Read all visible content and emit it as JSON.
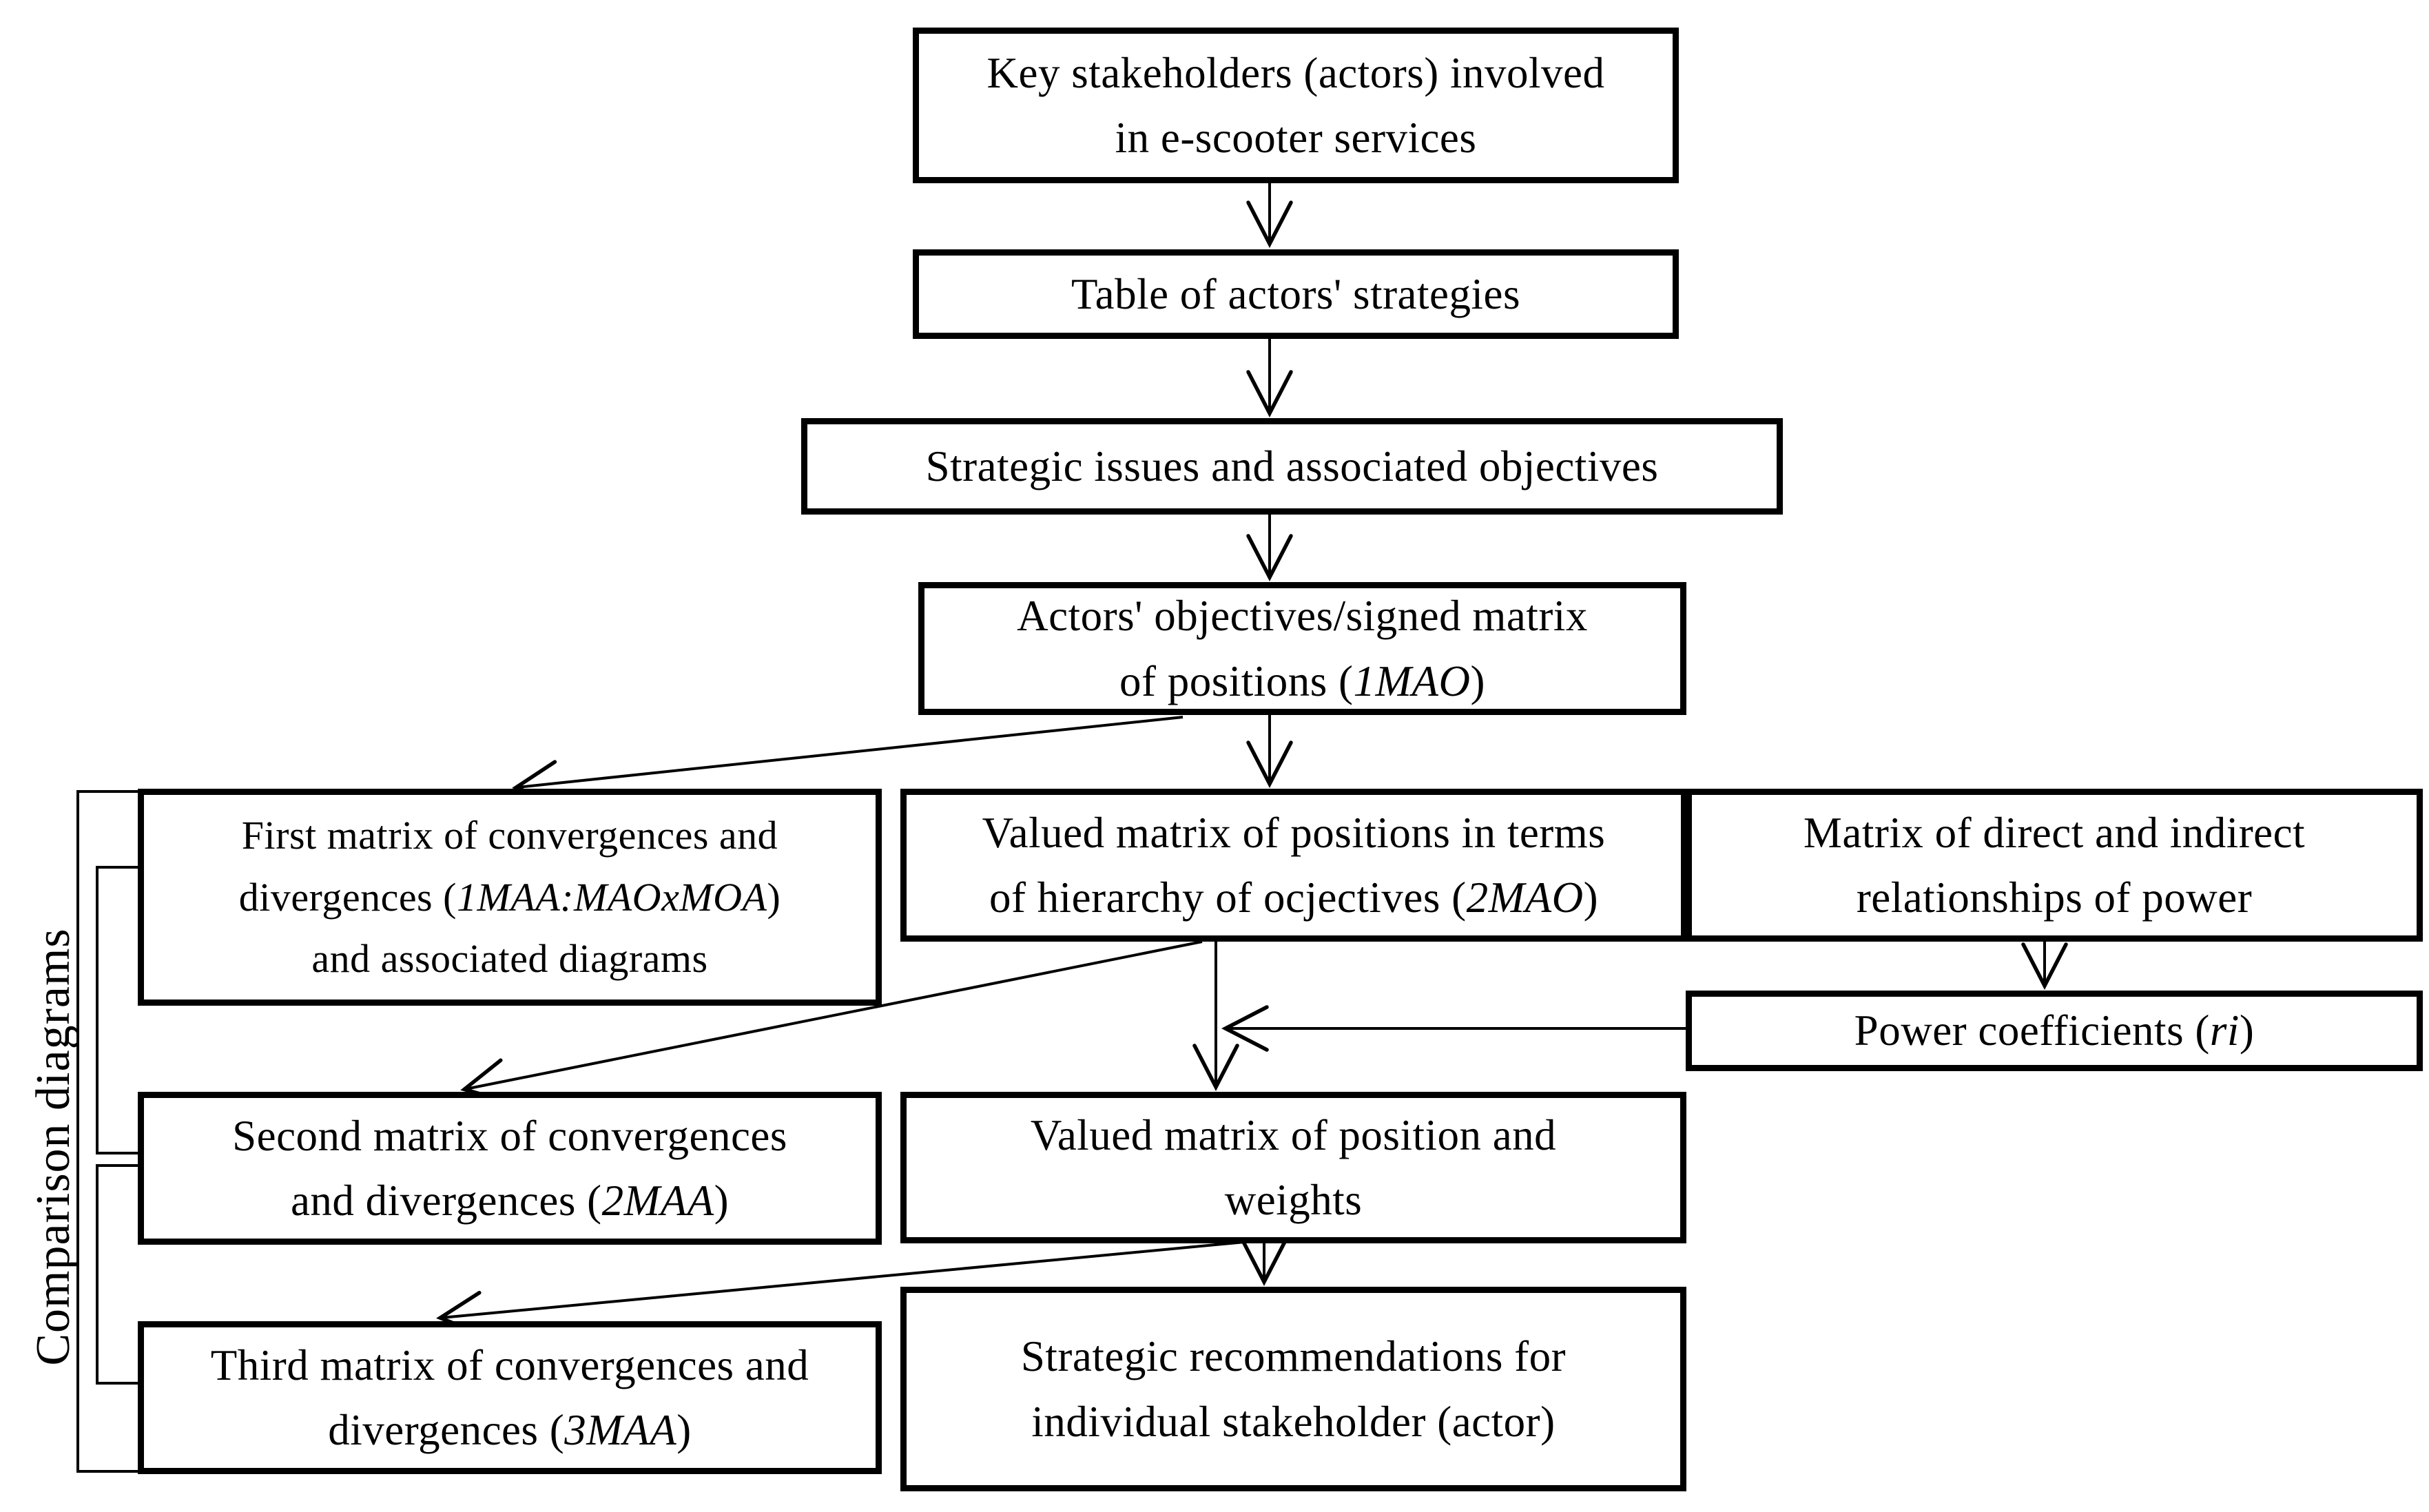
{
  "diagram": {
    "side_label": "Comparison diagrams",
    "boxes": {
      "key_stakeholders": {
        "line1": "Key stakeholders (actors) involved",
        "line2": "in e-scooter services"
      },
      "table_strategies": {
        "line1": "Table of actors' strategies"
      },
      "strategic_issues": {
        "line1": "Strategic issues and associated objectives"
      },
      "actors_objectives": {
        "line1": "Actors' objectives/signed matrix",
        "line2_pre": "of positions (",
        "line2_em": "1MAO",
        "line2_post": ")"
      },
      "first_matrix": {
        "line1": "First matrix of convergences and",
        "line2_pre": "divergences (",
        "line2_em": "1MAA:MAOxMOA",
        "line2_post": ")",
        "line3": "and associated diagrams"
      },
      "valued_2mao": {
        "line1": "Valued matrix of positions in terms",
        "line2_pre": "of hierarchy of ocjectives (",
        "line2_em": "2MAO",
        "line2_post": ")"
      },
      "power_matrix": {
        "line1": "Matrix of direct and indirect",
        "line2": "relationships of power"
      },
      "power_coefficients": {
        "line1_pre": "Power coefficients (",
        "line1_em": "ri",
        "line1_post": ")"
      },
      "second_matrix": {
        "line1": "Second matrix of convergences",
        "line2_pre": "and divergences (",
        "line2_em": "2MAA",
        "line2_post": ")"
      },
      "valued_weights": {
        "line1": "Valued matrix of position and",
        "line2": "weights"
      },
      "third_matrix": {
        "line1": "Third matrix of convergences and",
        "line2_pre": "divergences (",
        "line2_em": "3MAA",
        "line2_post": ")"
      },
      "recommendations": {
        "line1": "Strategic recommendations for",
        "line2": "individual stakeholder (actor)"
      }
    },
    "connections": [
      {
        "from": "key_stakeholders",
        "to": "table_strategies",
        "type": "arrow"
      },
      {
        "from": "table_strategies",
        "to": "strategic_issues",
        "type": "arrow"
      },
      {
        "from": "strategic_issues",
        "to": "actors_objectives",
        "type": "arrow"
      },
      {
        "from": "actors_objectives",
        "to": "valued_2mao",
        "type": "arrow"
      },
      {
        "from": "actors_objectives",
        "to": "first_matrix",
        "type": "arrow"
      },
      {
        "from": "valued_2mao",
        "to": "valued_weights",
        "type": "arrow"
      },
      {
        "from": "valued_2mao",
        "to": "second_matrix",
        "type": "arrow"
      },
      {
        "from": "power_matrix",
        "to": "power_coefficients",
        "type": "arrow"
      },
      {
        "from": "power_coefficients",
        "to": "valued_weights",
        "type": "arrow"
      },
      {
        "from": "valued_weights",
        "to": "recommendations",
        "type": "arrow"
      },
      {
        "from": "valued_weights",
        "to": "third_matrix",
        "type": "arrow"
      },
      {
        "group": [
          "first_matrix",
          "second_matrix",
          "third_matrix"
        ],
        "type": "comparison_brackets"
      }
    ],
    "colors": {
      "line": "#000000",
      "box_border": "#000000",
      "box_fill": "#ffffff",
      "background": "#ffffff",
      "text": "#000000"
    }
  }
}
